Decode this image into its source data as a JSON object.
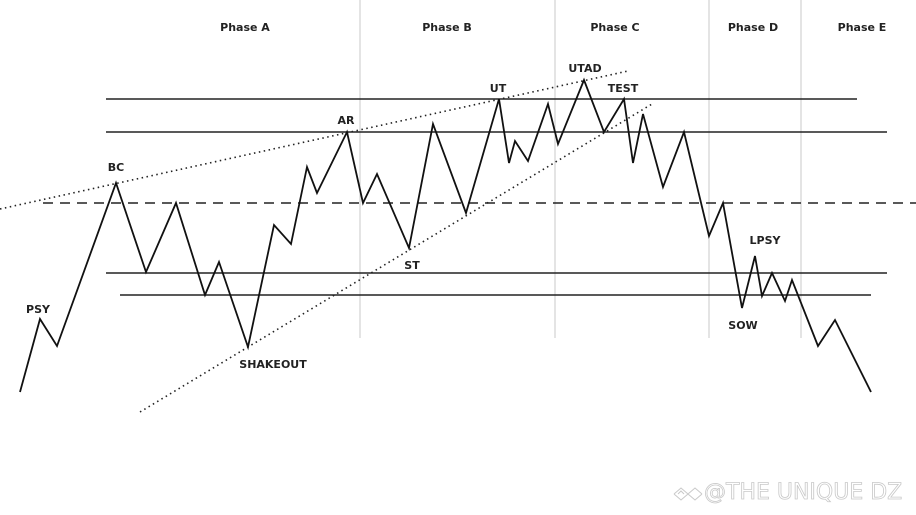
{
  "phases": [
    "Phase A",
    "Phase B",
    "Phase C",
    "Phase D",
    "Phase E"
  ],
  "events": {
    "psy": "PSY",
    "bc": "BC",
    "ar": "AR",
    "st": "ST",
    "shakeout": "SHAKEOUT",
    "ut": "UT",
    "utad": "UTAD",
    "test": "TEST",
    "lpsy": "LPSY",
    "sow": "SOW"
  },
  "watermark": "@THE UNIQUE DZ",
  "colors": {
    "line": "#111111",
    "divider": "#bbbbbb",
    "watermark": "#c9c9c9"
  }
}
